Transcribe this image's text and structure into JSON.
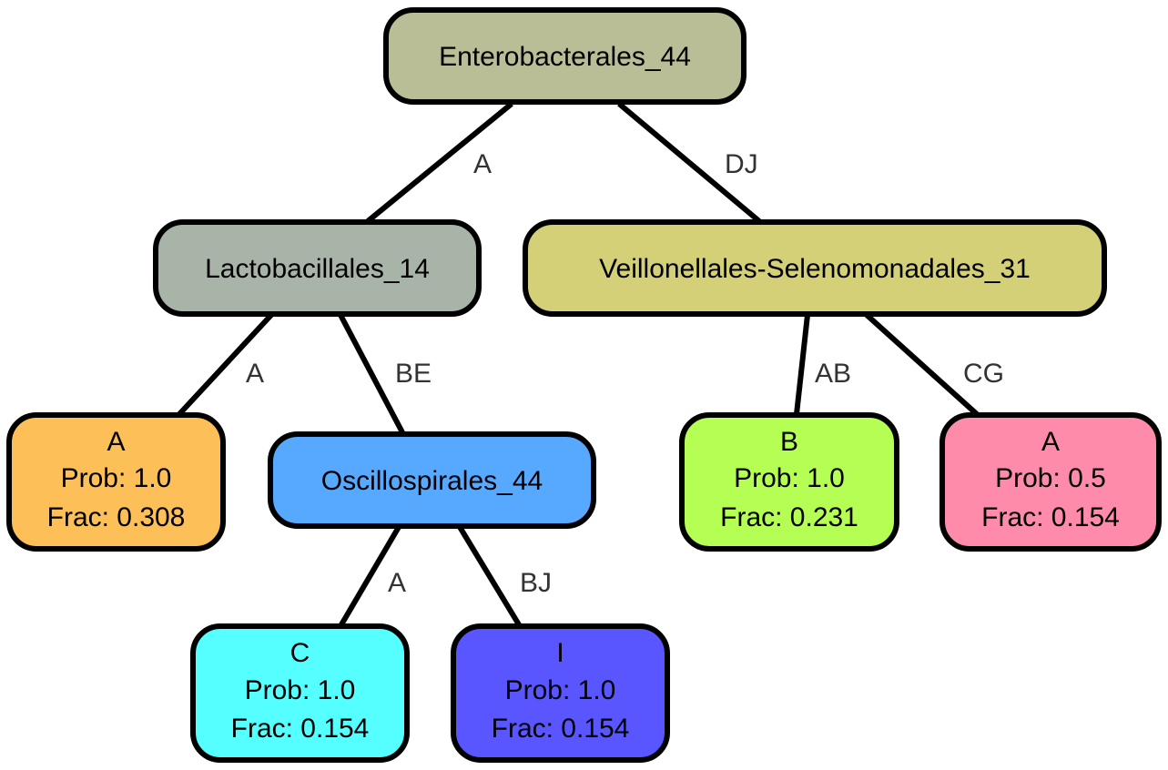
{
  "nodes": {
    "root": {
      "label": "Enterobacterales_44",
      "color": "#BABE96"
    },
    "lacto": {
      "label": "Lactobacillales_14",
      "color": "#A9B4A9"
    },
    "veil": {
      "label": "Veillonellales-Selenomonadales_31",
      "color": "#D3D077"
    },
    "leafA1": {
      "line1": "A",
      "line2": "Prob: 1.0",
      "line3": "Frac: 0.308",
      "color": "#FDBF57"
    },
    "oscil": {
      "label": "Oscillospirales_44",
      "color": "#57A9FF"
    },
    "leafC": {
      "line1": "C",
      "line2": "Prob: 1.0",
      "line3": "Frac: 0.154",
      "color": "#55FFFF"
    },
    "leafI": {
      "line1": "I",
      "line2": "Prob: 1.0",
      "line3": "Frac: 0.154",
      "color": "#5955FF"
    },
    "leafB": {
      "line1": "B",
      "line2": "Prob: 1.0",
      "line3": "Frac: 0.231",
      "color": "#B5FF55"
    },
    "leafA2": {
      "line1": "A",
      "line2": "Prob: 0.5",
      "line3": "Frac: 0.154",
      "color": "#FF8BAA"
    }
  },
  "edges": {
    "root_lacto": "A",
    "root_veil": "DJ",
    "lacto_leafA1": "A",
    "lacto_oscil": "BE",
    "oscil_leafC": "A",
    "oscil_leafI": "BJ",
    "veil_leafB": "AB",
    "veil_leafA2": "CG"
  }
}
